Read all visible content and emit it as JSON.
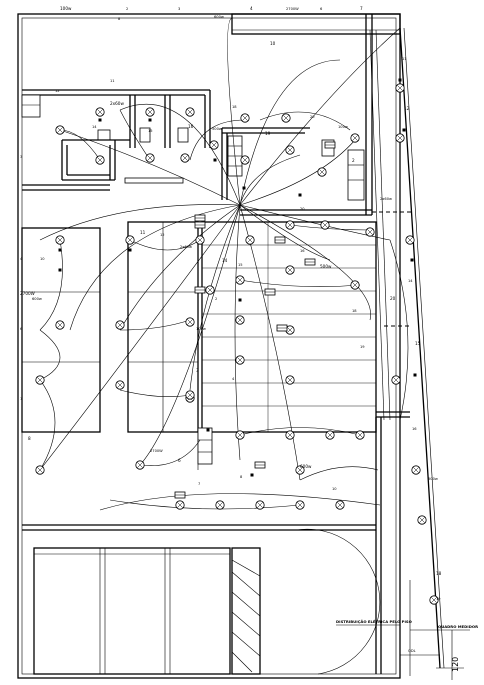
{
  "labels": {
    "distribution_note": "DISTRIBUIÇÃO ELÉTRICA PELO PISO",
    "meter_box": "QUADRO MEDIDOR",
    "distribution_panel": "QDL",
    "dimension": "120",
    "circuit_tags": [
      "1",
      "2",
      "3",
      "4",
      "5",
      "6",
      "7",
      "8",
      "9",
      "10",
      "11",
      "12",
      "13",
      "14",
      "15",
      "16",
      "17",
      "18",
      "19",
      "20"
    ],
    "power_tags": [
      "100w",
      "60w",
      "2x60w",
      "270w",
      "2700W",
      "4x40w",
      "500w",
      "1/2500w",
      "600w",
      "1500w"
    ]
  },
  "colors": {
    "ink": "#000000",
    "paper": "#ffffff"
  }
}
